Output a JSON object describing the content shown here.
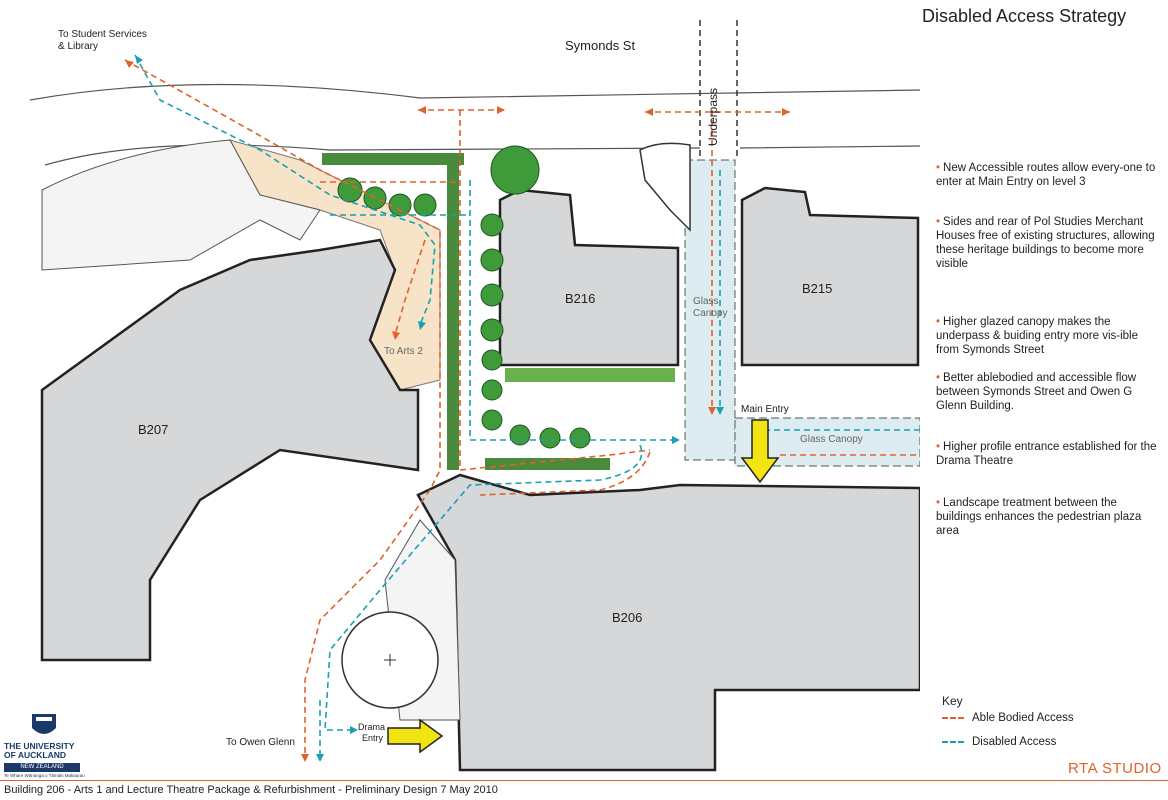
{
  "title": "Disabled Access Strategy",
  "map_labels": {
    "street": "Symonds St",
    "underpass": "Underpass",
    "to_student_services_1": "To Student Services",
    "to_student_services_2": "& Library",
    "to_arts2": "To Arts 2",
    "b207": "B207",
    "b216": "B216",
    "b215": "B215",
    "b206": "B206",
    "glass_canopy_1_line1": "Glass",
    "glass_canopy_1_line2": "Canopy",
    "glass_canopy_2": "Glass Canopy",
    "main_entry": "Main Entry",
    "drama_entry_1": "Drama",
    "drama_entry_2": "Entry",
    "to_owen_glenn": "To Owen Glenn"
  },
  "notes": [
    "New Accessible routes allow every-one to enter at Main Entry on level 3",
    "Sides and rear of Pol Studies Merchant Houses free of existing structures, allowing these heritage buildings to become more visible",
    "Higher glazed canopy  makes the underpass & buiding entry more vis-ible from Symonds Street",
    "Better ablebodied and accessible flow between Symonds Street and Owen G Glenn Building.",
    "Higher profile entrance established for the Drama Theatre",
    "Landscape treatment between the buildings enhances the pedestrian plaza area"
  ],
  "key": {
    "title": "Key",
    "able_bodied": "Able Bodied Access",
    "disabled": "Disabled Access"
  },
  "colors": {
    "able_bodied": "#e0622c",
    "disabled": "#1aa0b0",
    "building": "#d6d7d9",
    "plaza": "#f7e3c8",
    "canopy": "#dcecf0",
    "tree": "#3f9a3a",
    "arrow": "#f2e313"
  },
  "university": {
    "name": "THE UNIVERSITY OF AUCKLAND",
    "country": "NEW ZEALAND",
    "maori": "Te Whare Wānanga o Tāmaki Makaurau"
  },
  "studio": "RTA STUDIO",
  "footer": "Building 206 - Arts 1 and Lecture Theatre Package & Refurbishment - Preliminary Design 7 May 2010"
}
